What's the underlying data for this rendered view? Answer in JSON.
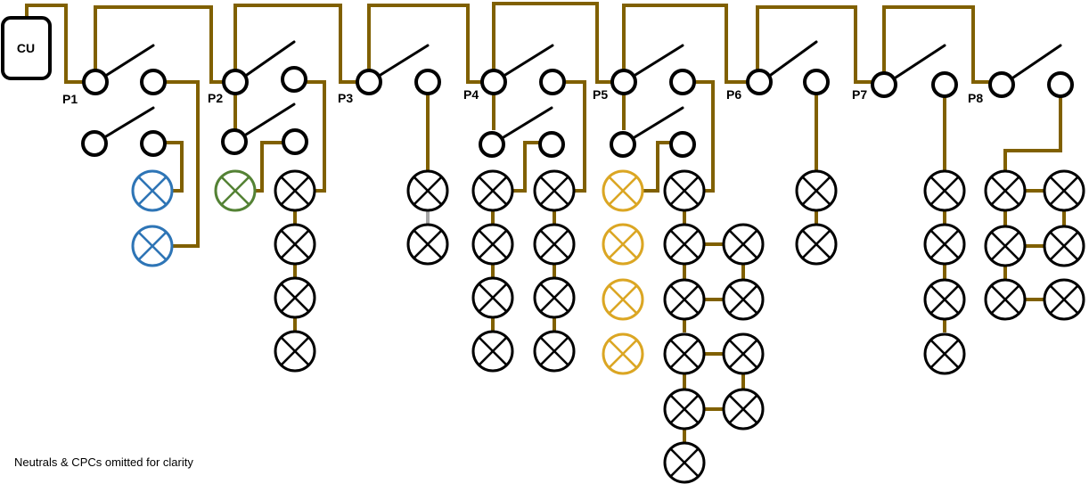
{
  "consumer_unit": {
    "label": "CU"
  },
  "points": [
    {
      "id": "p1",
      "label": "P1"
    },
    {
      "id": "p2",
      "label": "P2"
    },
    {
      "id": "p3",
      "label": "P3"
    },
    {
      "id": "p4",
      "label": "P4"
    },
    {
      "id": "p5",
      "label": "P5"
    },
    {
      "id": "p6",
      "label": "P6"
    },
    {
      "id": "p7",
      "label": "P7"
    },
    {
      "id": "p8",
      "label": "P8"
    }
  ],
  "note": "Neutrals & CPCs omitted for clarity",
  "colors": {
    "wire": "#806000",
    "wire_grey": "#a6a6a6",
    "lamp_default": "#000000",
    "lamp_blue": "#2e75b6",
    "lamp_green": "#548235",
    "lamp_amber": "#dba623"
  }
}
